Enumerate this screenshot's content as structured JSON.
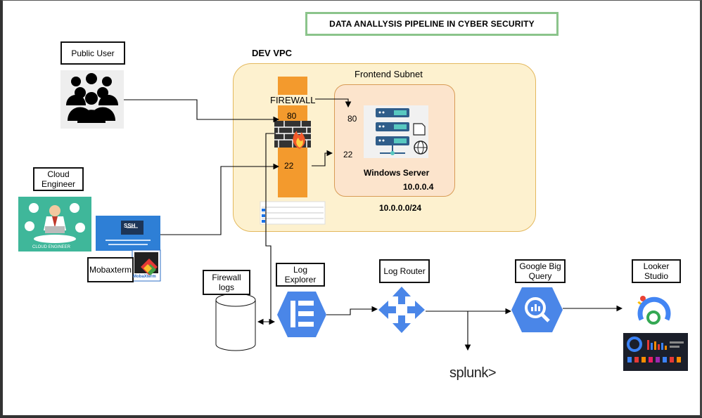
{
  "title": "DATA ANALLYSIS PIPELINE IN CYBER SECURITY",
  "vpc": {
    "label": "DEV VPC",
    "subnet_label": "Frontend Subnet",
    "cidr": "10.0.0.0/24"
  },
  "firewall": {
    "label": "FIREWALL",
    "port_http": "80",
    "port_ssh": "22"
  },
  "server": {
    "name": "Windows Server",
    "ip": "10.0.0.4",
    "port_http": "80",
    "port_ssh": "22"
  },
  "actors": {
    "public_user": "Public User",
    "cloud_engineer": "Cloud Engineer",
    "cloud_engineer_caption": "CLOUD ENGINEER",
    "mobaxterm": "Mobaxterm",
    "mobaxterm_logo_text": "MobaXterm",
    "ssh_text": "SSH"
  },
  "pipeline": {
    "firewall_logs": "Firewall logs",
    "log_explorer": "Log Explorer",
    "log_router": "Log Router",
    "big_query": "Google Big Query",
    "looker": "Looker Studio",
    "splunk": "splunk>"
  },
  "colors": {
    "gcp_blue": "#4a86e8",
    "firewall_orange": "#f39a2d",
    "vpc_fill": "#fdf1cf",
    "subnet_fill": "#fce4cc",
    "title_border": "#8bc48b"
  }
}
